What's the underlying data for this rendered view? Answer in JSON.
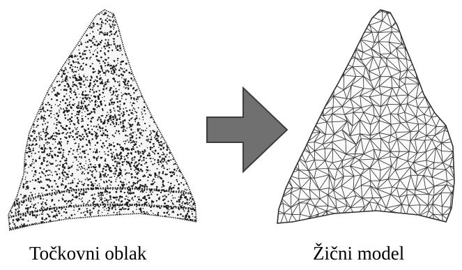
{
  "captions": {
    "left": "Točkovni oblak",
    "right": "Žični model"
  },
  "panels": [
    {
      "name": "point-cloud",
      "type": "point-cloud",
      "color": "#1a1a1a"
    },
    {
      "name": "wireframe-model",
      "type": "wireframe",
      "color": "#3a3a3a"
    }
  ],
  "arrow": {
    "direction": "right",
    "fill": "#707070",
    "stroke": "#3c3c3c"
  },
  "background": "#ffffff"
}
